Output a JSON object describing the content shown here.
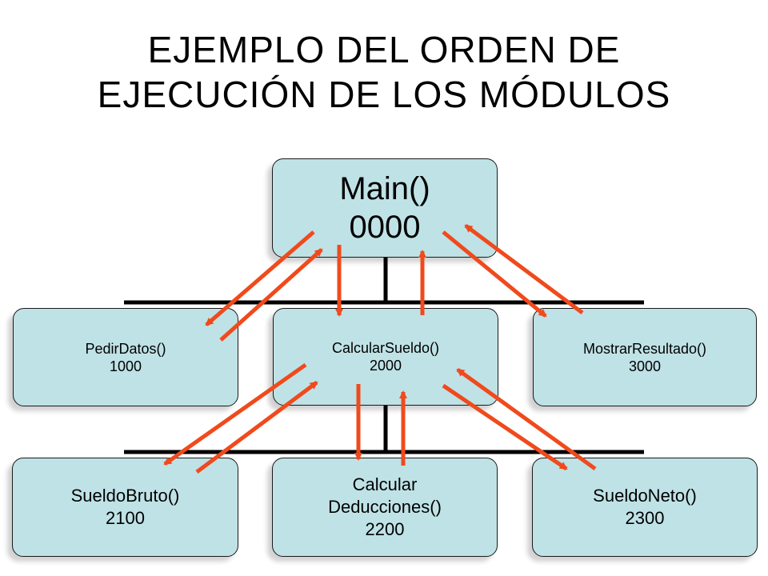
{
  "title": {
    "line1": "EJEMPLO DEL ORDEN DE",
    "line2": "EJECUCIÓN DE LOS MÓDULOS"
  },
  "nodes": {
    "main": {
      "name": "Main()",
      "code": "0000"
    },
    "pedir_datos": {
      "name": "PedirDatos()",
      "code": "1000"
    },
    "calcular_sueldo": {
      "name": "CalcularSueldo()",
      "code": "2000"
    },
    "mostrar_resultado": {
      "name": "MostrarResultado()",
      "code": "3000"
    },
    "sueldo_bruto": {
      "name": "SueldoBruto()",
      "code": "2100"
    },
    "calcular_deducciones": {
      "name_line1": "Calcular",
      "name_line2": "Deducciones()",
      "code": "2200"
    },
    "sueldo_neto": {
      "name": "SueldoNeto()",
      "code": "2300"
    }
  },
  "colors": {
    "box_fill": "#bfe2e6",
    "connector": "#000000",
    "arrow": "#f04a1c"
  }
}
